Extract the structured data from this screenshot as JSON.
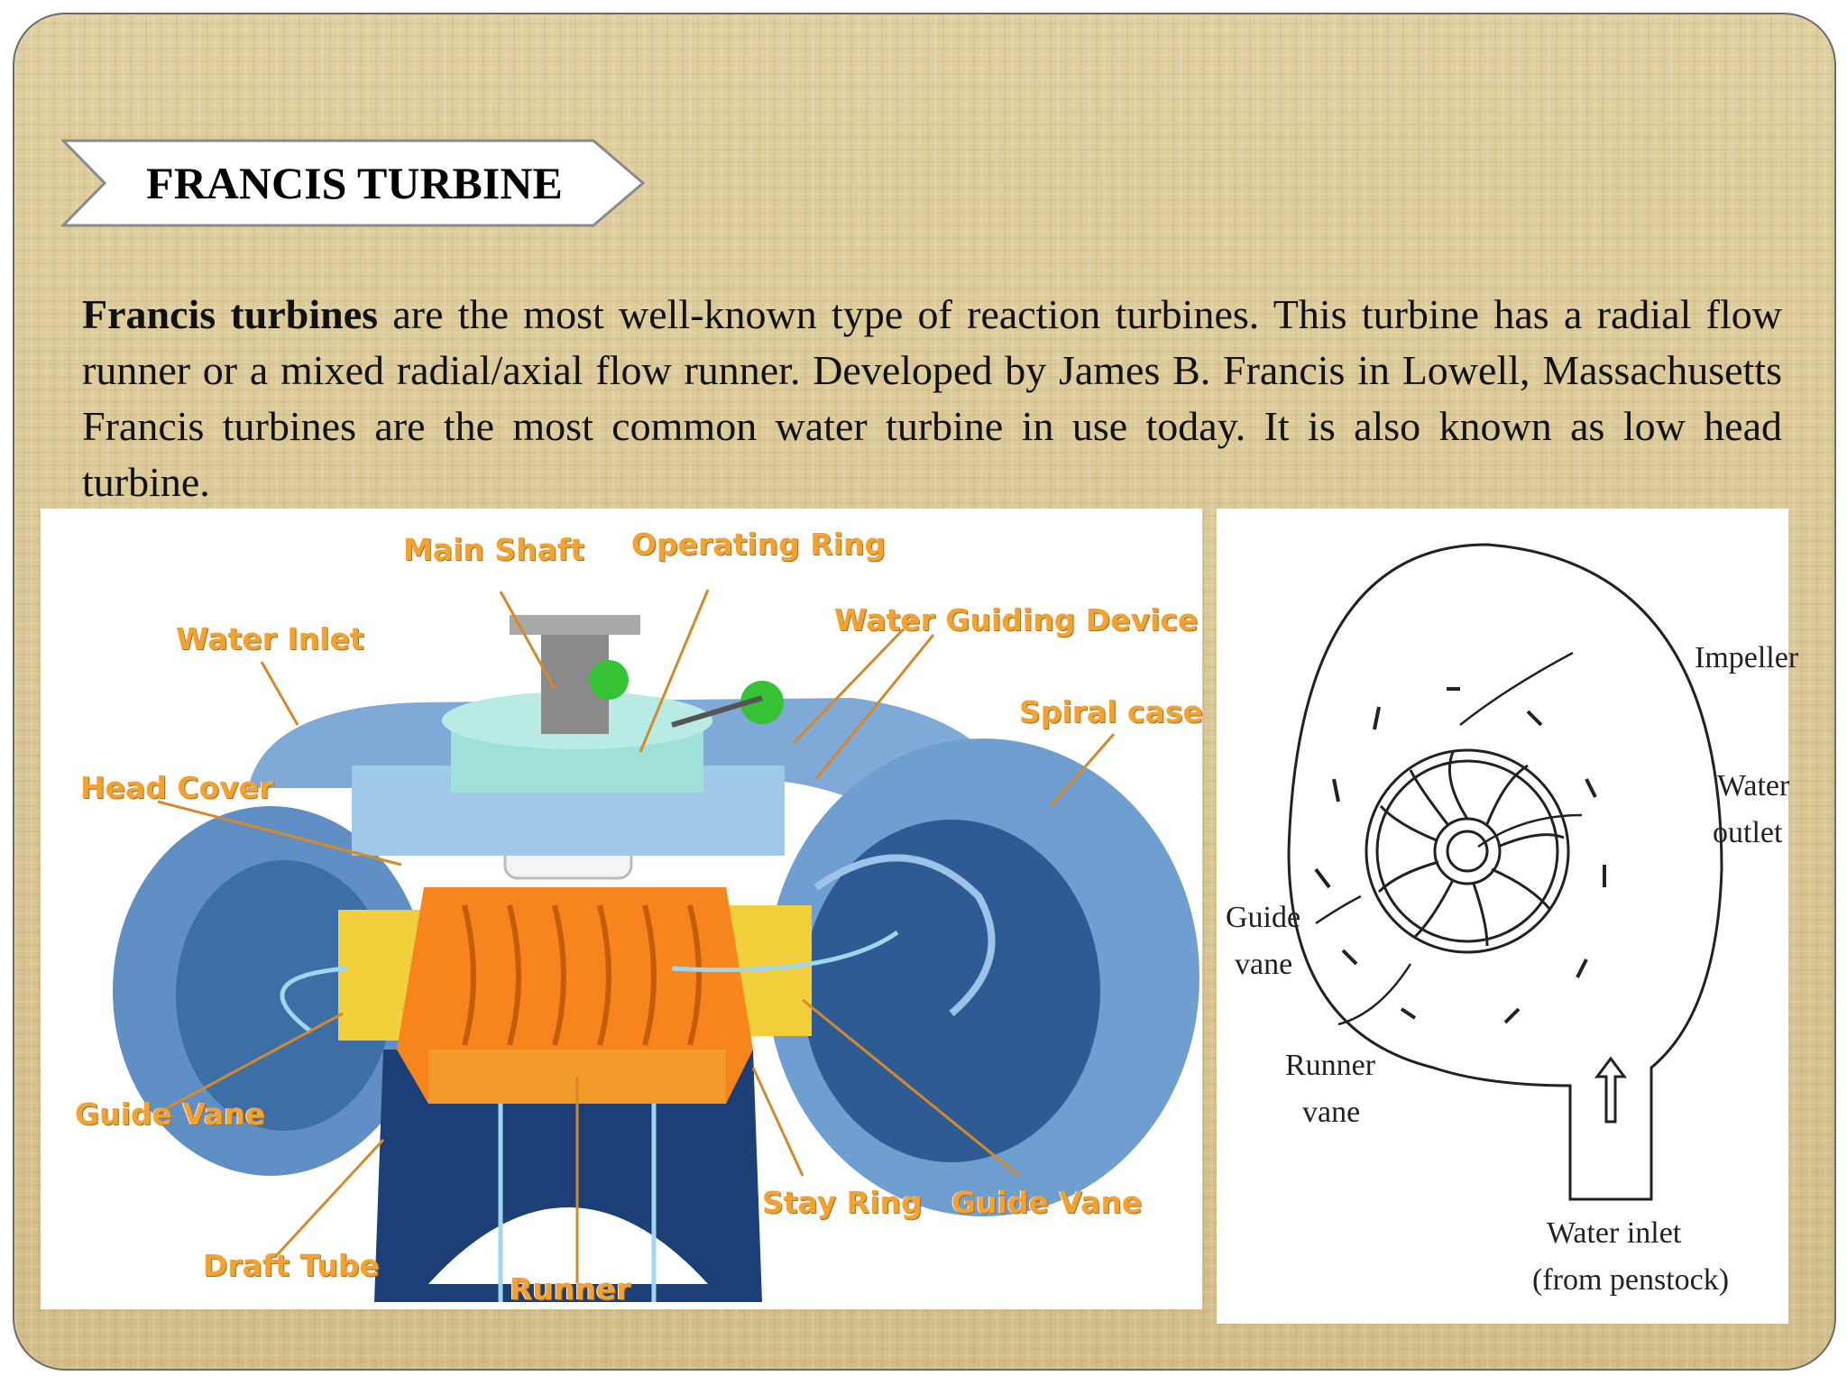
{
  "slide": {
    "title": "FRANCIS TURBINE",
    "intro_bold": "Francis turbines",
    "intro_rest": " are the most well-known type of reaction turbines. This turbine has a radial flow runner or a mixed radial/axial flow runner. Developed by James B. Francis in Lowell, Massachusetts Francis turbines are the most common water turbine in use today. It is also known as low head turbine."
  },
  "left_figure": {
    "labels": {
      "main_shaft": "Main Shaft",
      "operating_ring": "Operating Ring",
      "water_inlet": "Water Inlet",
      "water_guiding_device": "Water Guiding Device",
      "spiral_case": "Spiral case",
      "head_cover": "Head Cover",
      "guide_vane_left": "Guide Vane",
      "draft_tube": "Draft Tube",
      "runner": "Runner",
      "stay_ring": "Stay Ring",
      "guide_vane_right": "Guide Vane"
    }
  },
  "right_figure": {
    "labels": {
      "impeller": "Impeller",
      "water_outlet_1": "Water",
      "water_outlet_2": "outlet",
      "guide_vane_1": "Guide",
      "guide_vane_2": "vane",
      "runner_vane_1": "Runner",
      "runner_vane_2": "vane",
      "water_inlet_1": "Water inlet",
      "water_inlet_2": "(from penstock)"
    }
  },
  "colors": {
    "label_orange": "#f2a233",
    "runner_orange": "#f7841c",
    "casing_blue": "#6f9fd0",
    "cover_teal": "#8fd4cf",
    "guide_yellow": "#f1cf3a"
  }
}
